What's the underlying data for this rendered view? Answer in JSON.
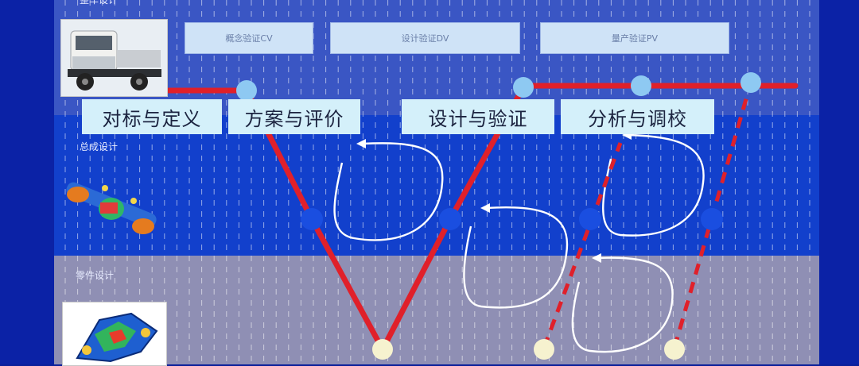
{
  "sections": {
    "vehicle": "整车设计",
    "assembly": "总成设计",
    "parts": "零件设计"
  },
  "phases": [
    "概念验证CV",
    "设计验证DV",
    "量产验证PV"
  ],
  "stages": [
    "对标与定义",
    "方案与评价",
    "设计与验证",
    "分析与调校"
  ],
  "colors": {
    "path_red": "#e0202a",
    "node_top": "#8ec9f2",
    "node_mid": "#1a4ee0",
    "node_bottom": "#f6f2cf",
    "loop_white": "#ffffff"
  },
  "icons": {
    "truck": "truck-photo-icon",
    "axle": "axle-assembly-icon",
    "part": "part-stress-icon"
  }
}
